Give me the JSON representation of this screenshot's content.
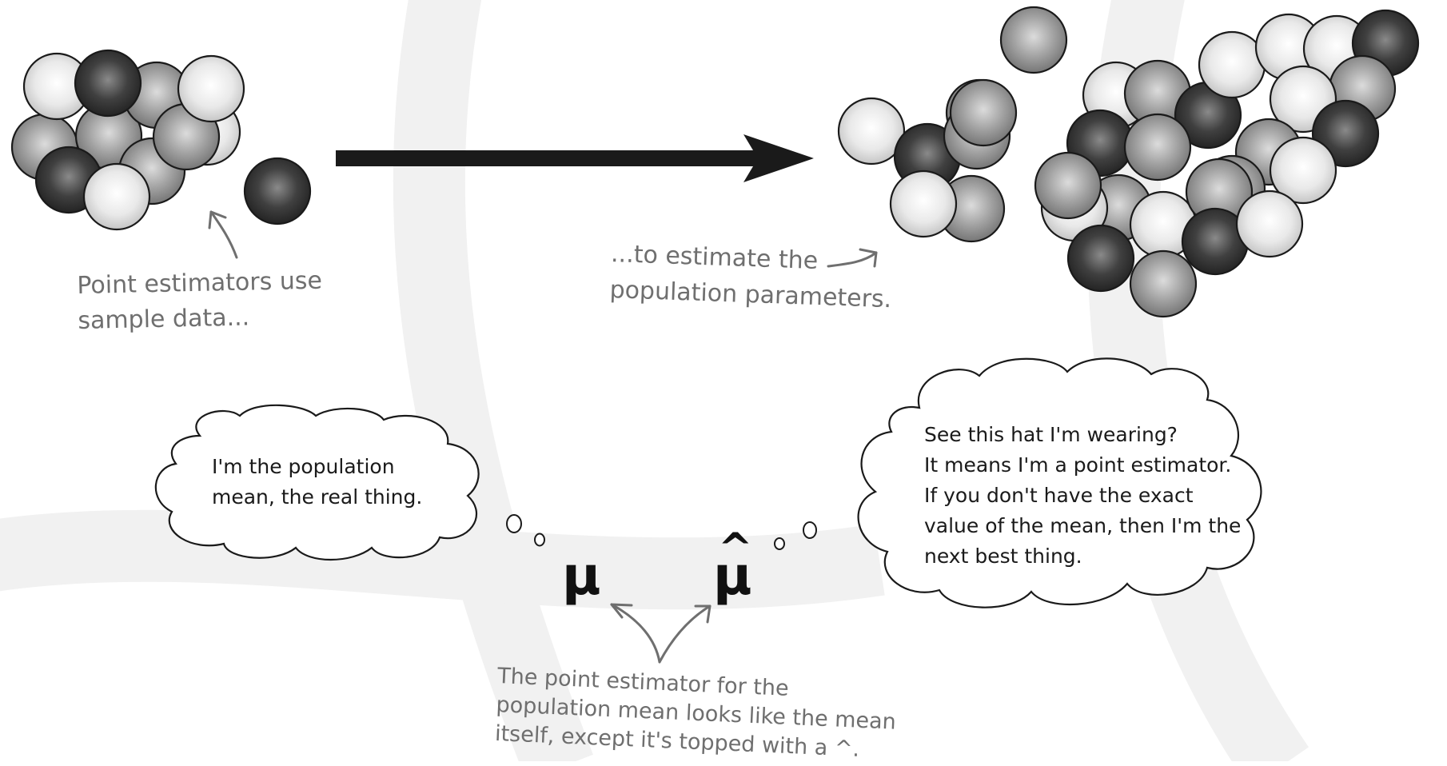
{
  "sample_caption": [
    "Point estimators use",
    "sample data..."
  ],
  "population_caption": [
    "...to estimate the",
    "population parameters."
  ],
  "mu_bubble": [
    "I'm the population",
    "mean, the real thing."
  ],
  "muhat_bubble": [
    " See this hat I'm wearing?",
    "It means I'm a point estimator.",
    "If you don't have the exact",
    "value of the mean, then I'm the",
    "next best thing."
  ],
  "mu_symbol": "μ",
  "hat_symbol": "^",
  "bottom_caption": [
    "The point estimator for the",
    "population mean looks like the mean",
    "itself, except it's topped with a ^."
  ],
  "colors": {
    "light_ball": "#e6e6e6",
    "mid_ball": "#9b9b9b",
    "dark_ball": "#3a3a3a",
    "ink": "#1a1a1a",
    "annotation": "#6f6f6f"
  }
}
